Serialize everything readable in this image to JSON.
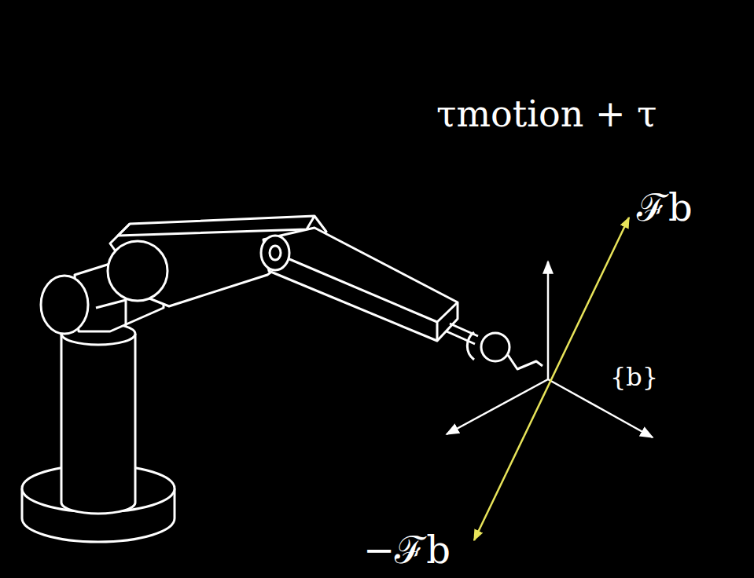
{
  "diagram": {
    "labels": [
      "τmotion + τ",
      "ℱb",
      "−ℱb",
      "{b}"
    ]
  }
}
